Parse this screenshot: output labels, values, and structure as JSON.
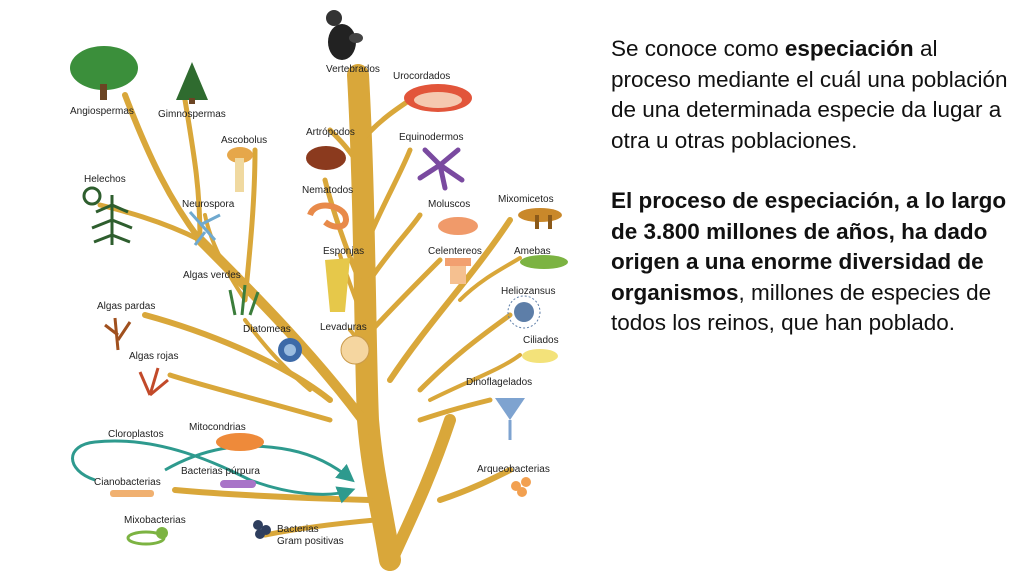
{
  "labels": {
    "vertebrados": "Vertebrados",
    "urocordados": "Urocordados",
    "angiospermas": "Angiospermas",
    "gimnospermas": "Gimnospermas",
    "ascobolus": "Ascobolus",
    "artropodos": "Artrópodos",
    "equinodermos": "Equinodermos",
    "helechos": "Helechos",
    "nematodos": "Nematodos",
    "neurospora": "Neurospora",
    "moluscos": "Moluscos",
    "mixomicetos": "Mixomicetos",
    "esponjas": "Esponjas",
    "celentereos": "Celentereos",
    "amebas": "Amebas",
    "algas_verdes": "Algas verdes",
    "heliozansus": "Heliozansus",
    "algas_pardas": "Algas pardas",
    "levaduras": "Levaduras",
    "diatomeas": "Diatomeas",
    "ciliados": "Ciliados",
    "algas_rojas": "Algas rojas",
    "dinoflagelados": "Dinoflagelados",
    "cloroplastos": "Cloroplastos",
    "mitocondrias": "Mitocondrias",
    "cianobacterias": "Cianobacterias",
    "bacterias_purpura": "Bacterias púrpura",
    "arqueobacterias": "Arqueobacterias",
    "mixobacterias": "Mixobacterias",
    "bacterias_gram_1": "Bacterias",
    "bacterias_gram_2": "Gram positivas"
  },
  "text": {
    "p1_a": "Se conoce como ",
    "p1_b": "especiación",
    "p1_c": " al proceso mediante el cuál una población de una  determinada especie da lugar a otra u otras poblaciones.",
    "p2_a": " El proceso de especiación, a lo largo de 3.800 millones de años, ha dado origen a una enorme diversidad de organismos",
    "p2_b": ", millones de especies de todos los reinos, que han poblado."
  },
  "colors": {
    "trunk": "#D9A73A",
    "trunk_edge": "#B8862A",
    "arrow": "#2E9A8E"
  }
}
